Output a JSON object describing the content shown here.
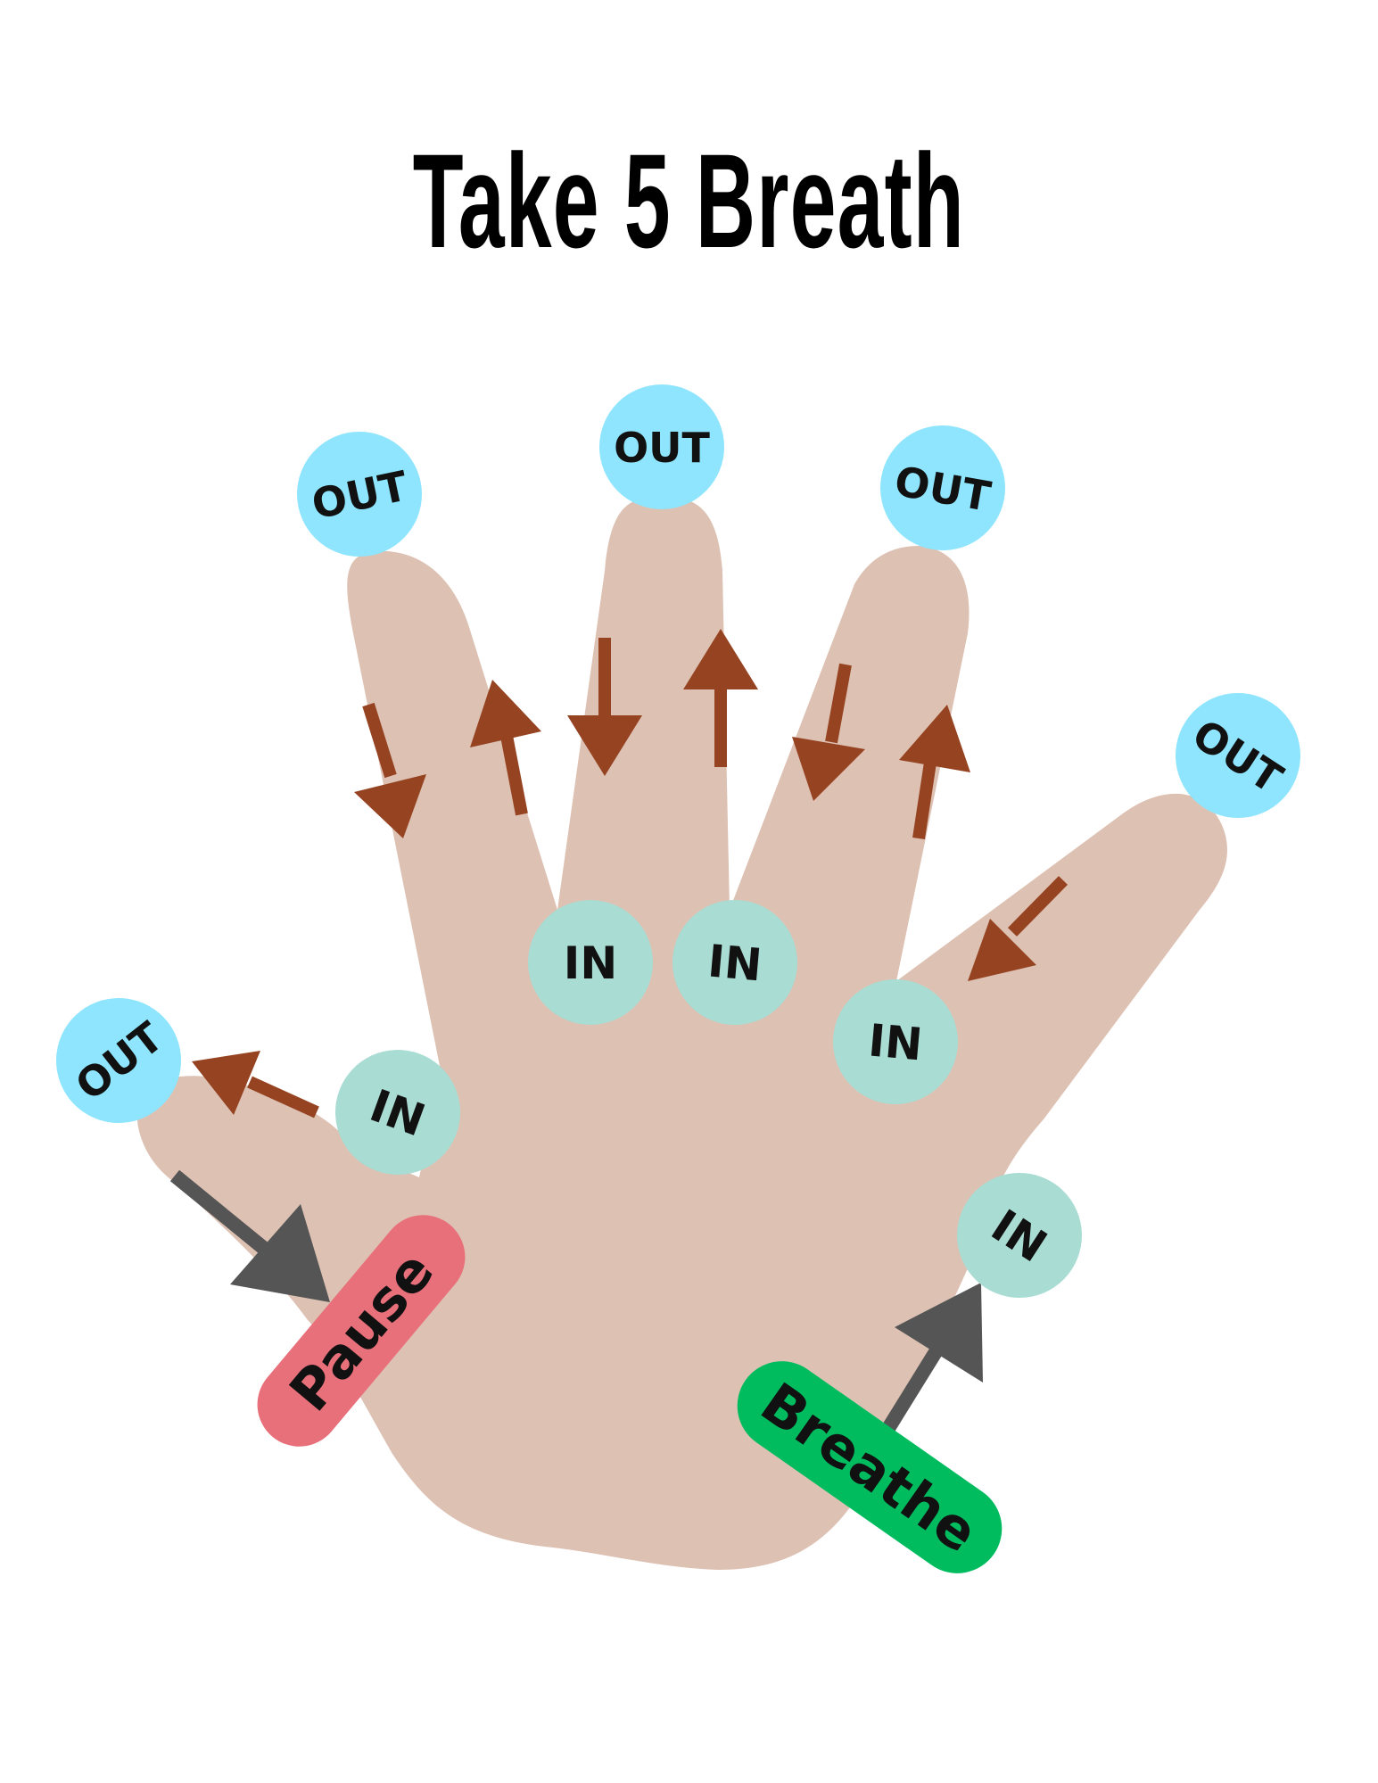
{
  "title": "Take 5 Breath",
  "colors": {
    "background": "#ffffff",
    "hand": "#ddc1b3",
    "out_circle": "#8ee5fd",
    "in_circle": "#a9dcd3",
    "breath_arrow": "#954321",
    "step_arrow": "#555555",
    "pause_pill": "#e8707a",
    "breathe_pill": "#00bc5f"
  },
  "labels": {
    "out": "OUT",
    "in": "IN",
    "pause": "Pause",
    "breathe": "Breathe"
  }
}
